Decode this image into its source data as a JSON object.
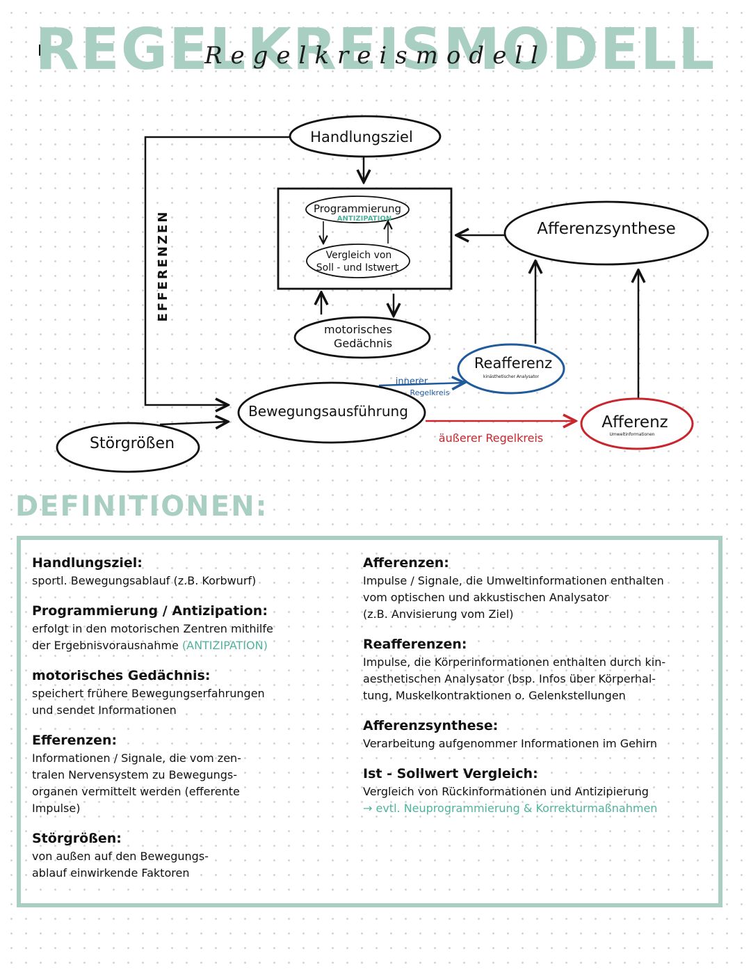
{
  "page": {
    "title": "REGELKREISMODELL",
    "subtitle": "Regelkreismodell"
  },
  "diagram": {
    "nodes": {
      "handlungsziel": "Handlungsziel",
      "programmierung": "Programmierung",
      "antizipation": "ANTIZIPATION",
      "vergleich_line1": "Vergleich von",
      "vergleich_line2": "Soll - und Istwert",
      "motorisch_line1": "motorisches",
      "motorisch_line2": "Gedächnis",
      "afferenzsynthese": "Afferenzsynthese",
      "reafferenz": "Reafferenz",
      "reafferenz_sub": "kinästhetischer Analysator",
      "afferenz": "Afferenz",
      "afferenz_sub": "Umweltinformationen",
      "bewegungsausfuehrung": "Bewegungsausführung",
      "stoergroessen": "Störgrößen"
    },
    "labels": {
      "efferenzen": "EFFERENZEN",
      "innerer_line1": "innerer",
      "innerer_line2": "Regelkreis",
      "aeusserer": "äußerer Regelkreis"
    },
    "colors": {
      "ink": "#111111",
      "accent": "#a8cfc2",
      "green": "#4fb39b",
      "blue": "#1f5a9c",
      "red": "#c8262c"
    }
  },
  "definitions": {
    "heading": "DEFINITIONEN:",
    "left": [
      {
        "term": "Handlungsziel:",
        "text": [
          "sportl. Bewegungsablauf (z.B. Korbwurf)"
        ]
      },
      {
        "term": "Programmierung / Antizipation:",
        "text": [
          "erfolgt in den motorischen Zentren mithilfe",
          "der Ergebnisvorausnahme"
        ],
        "accent": "(ANTIZIPATION)"
      },
      {
        "term": "motorisches Gedächnis:",
        "text": [
          "speichert frühere Bewegungserfahrungen",
          "und sendet Informationen"
        ]
      },
      {
        "term": "Efferenzen:",
        "text": [
          "Informationen / Signale, die vom zen-",
          "tralen Nervensystem zu Bewegungs-",
          "organen vermittelt werden (efferente",
          "Impulse)"
        ]
      },
      {
        "term": "Störgrößen:",
        "text": [
          "von außen auf den Bewegungs-",
          "ablauf einwirkende Faktoren"
        ]
      }
    ],
    "right": [
      {
        "term": "Afferenzen:",
        "text": [
          "Impulse / Signale, die Umweltinformationen enthalten",
          "vom optischen und akkustischen Analysator",
          "(z.B. Anvisierung vom Ziel)"
        ]
      },
      {
        "term": "Reafferenzen:",
        "text": [
          "Impulse, die Körperinformationen enthalten durch kin-",
          "aesthetischen Analysator (bsp. Infos über Körperhal-",
          "tung, Muskelkontraktionen o. Gelenkstellungen"
        ]
      },
      {
        "term": "Afferenzsynthese:",
        "text": [
          "Verarbeitung aufgenommer Informationen im Gehirn"
        ]
      },
      {
        "term": "Ist - Sollwert Vergleich:",
        "text": [
          "Vergleich von Rückinformationen und Antizipierung"
        ],
        "accent": "→ evtl. Neuprogrammierung & Korrekturmaßnahmen"
      }
    ]
  }
}
